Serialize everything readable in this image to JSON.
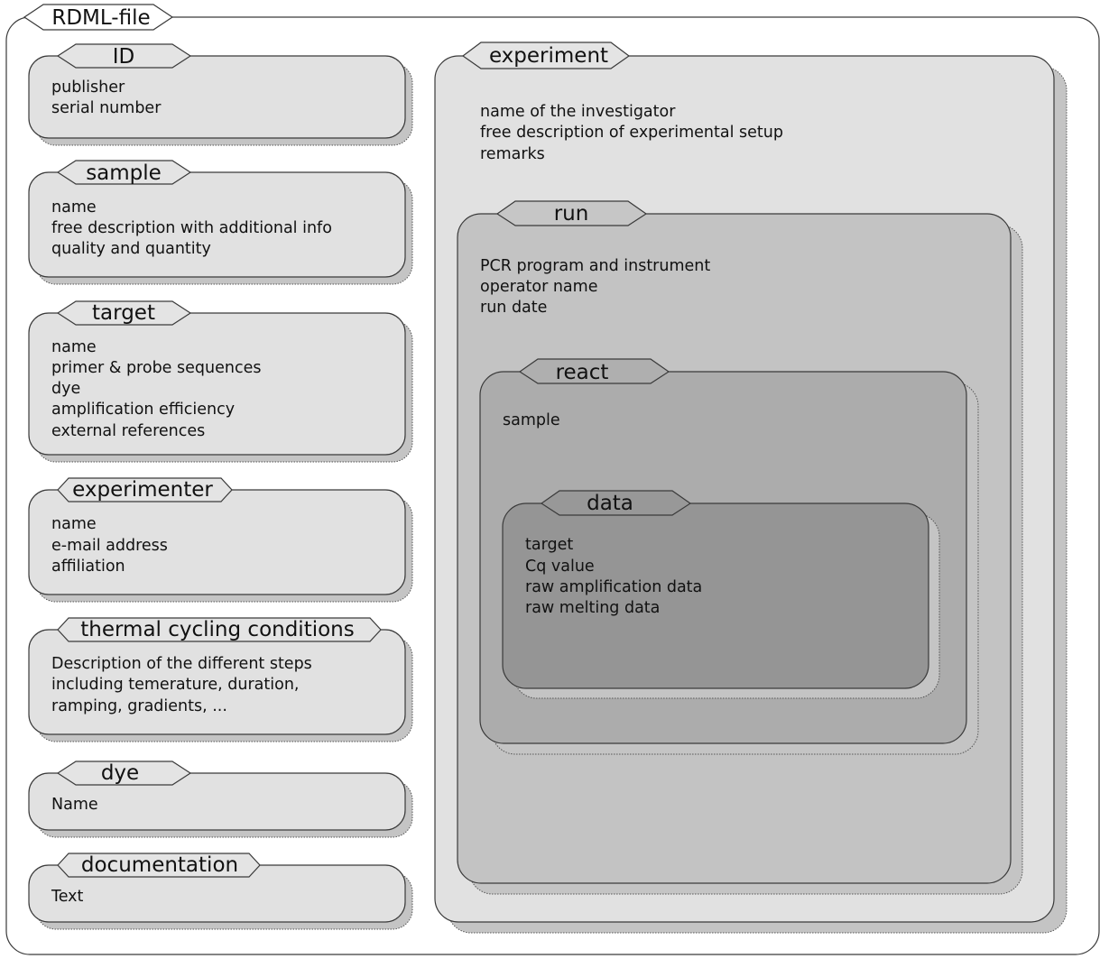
{
  "outer": {
    "title": "RDML-file"
  },
  "left_panels": [
    {
      "title": "ID",
      "lines": [
        "publisher",
        "serial number"
      ]
    },
    {
      "title": "sample",
      "lines": [
        "name",
        "free description with additional info",
        "quality and quantity"
      ]
    },
    {
      "title": "target",
      "lines": [
        "name",
        "primer & probe sequences",
        "dye",
        "amplification efficiency",
        "external references"
      ]
    },
    {
      "title": "experimenter",
      "lines": [
        "name",
        "e-mail address",
        "affiliation"
      ]
    },
    {
      "title": "thermal cycling conditions",
      "lines": [
        "Description of the different steps",
        "including temerature, duration,",
        "ramping, gradients, ..."
      ]
    },
    {
      "title": "dye",
      "lines": [
        "Name"
      ]
    },
    {
      "title": "documentation",
      "lines": [
        "Text"
      ]
    }
  ],
  "experiment": {
    "title": "experiment",
    "lines": [
      "name of the investigator",
      "free description of experimental setup",
      "remarks"
    ],
    "run": {
      "title": "run",
      "lines": [
        "PCR program and instrument",
        "operator name",
        "run date"
      ],
      "react": {
        "title": "react",
        "lines": [
          "sample"
        ],
        "data": {
          "title": "data",
          "lines": [
            "target",
            "Cq value",
            "raw amplification data",
            "raw melting data"
          ]
        }
      }
    }
  },
  "colors": {
    "page_background": "#ffffff",
    "outer_box": "#ffffff",
    "left_panel_box": "#e1e1e1",
    "experiment_box": "#e1e1e1",
    "run_box": "#c3c3c3",
    "react_box": "#acacac",
    "data_box": "#959595",
    "tab_light": "#e4e4e4",
    "tab_run": "#c6c6c6",
    "tab_react": "#afafaf",
    "tab_data": "#989898"
  }
}
